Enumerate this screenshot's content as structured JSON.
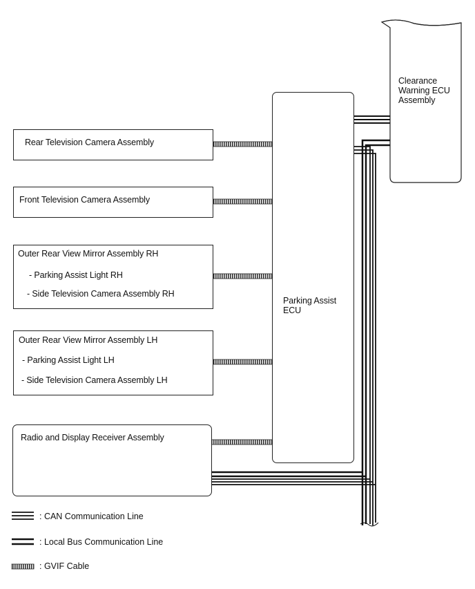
{
  "components": {
    "rear_camera": "Rear Television Camera Assembly",
    "front_camera": "Front Television Camera Assembly",
    "mirror_rh": {
      "title": "Outer Rear View Mirror Assembly RH",
      "items": [
        "- Parking Assist Light RH",
        "- Side Television Camera Assembly RH"
      ]
    },
    "mirror_lh": {
      "title": "Outer Rear View Mirror Assembly LH",
      "items": [
        "- Parking Assist Light LH",
        "- Side Television Camera Assembly LH"
      ]
    },
    "radio": "Radio and Display Receiver Assembly",
    "parking_ecu": "Parking Assist ECU",
    "clearance_ecu": "Clearance Warning ECU Assembly"
  },
  "legend": {
    "can": ": CAN Communication Line",
    "local_bus": ": Local Bus Communication Line",
    "gvif": ": GVIF Cable"
  }
}
